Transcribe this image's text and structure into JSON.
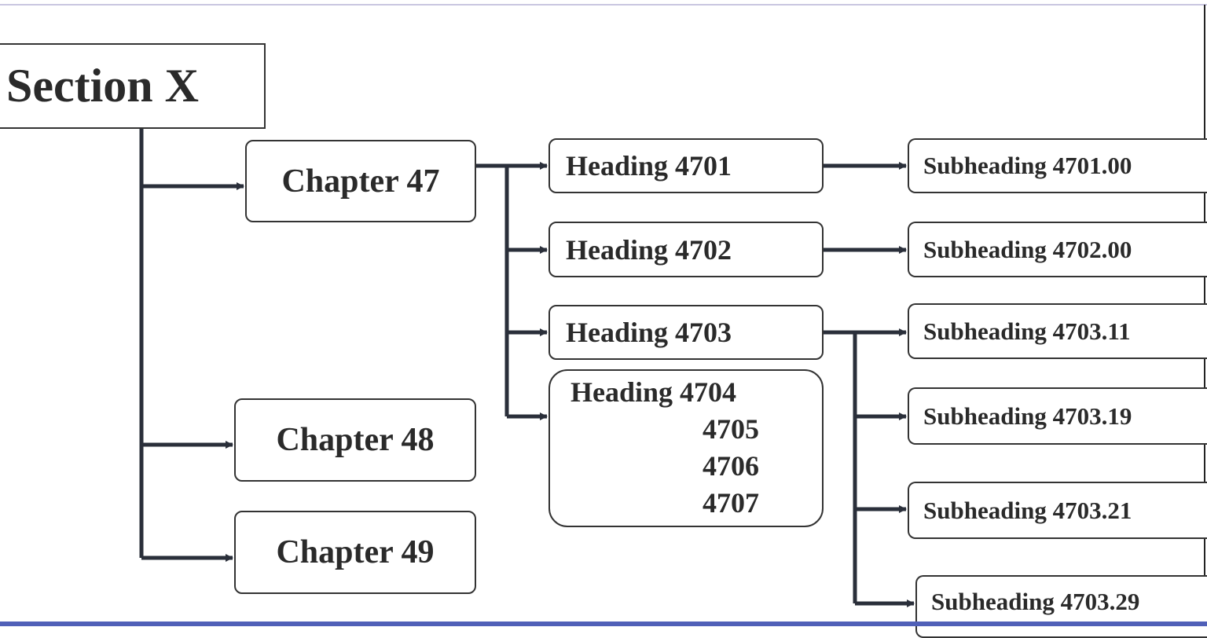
{
  "root": {
    "label": "Section X"
  },
  "chapters": [
    {
      "label": "Chapter 47"
    },
    {
      "label": "Chapter 48"
    },
    {
      "label": "Chapter 49"
    }
  ],
  "headings": [
    {
      "label": "Heading 4701"
    },
    {
      "label": "Heading 4702"
    },
    {
      "label": "Heading 4703"
    }
  ],
  "heading_group": {
    "label": "Heading 4704",
    "more": [
      "4705",
      "4706",
      "4707"
    ]
  },
  "subheadings": [
    {
      "label": "Subheading 4701.00"
    },
    {
      "label": "Subheading 4702.00"
    },
    {
      "label": "Subheading 4703.11"
    },
    {
      "label": "Subheading 4703.19"
    },
    {
      "label": "Subheading 4703.21"
    },
    {
      "label": "Subheading 4703.29"
    }
  ],
  "colors": {
    "line": "#2a2f3a",
    "bottom_border": "#5060b8"
  }
}
